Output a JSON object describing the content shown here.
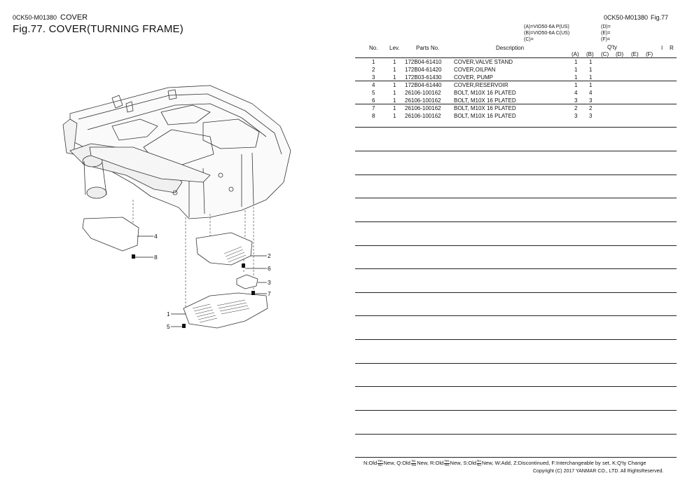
{
  "header": {
    "doc_code_left": "0CK50-M01380",
    "section": "COVER",
    "fig_title": "Fig.77.  COVER(TURNING FRAME)",
    "doc_code_right": "0CK50-M01380",
    "fig_num": "Fig.77"
  },
  "models": {
    "a": "(A)=VIO50-6A P(US)",
    "b": "(B)=VIO50-6A C(US)",
    "c": "(C)=",
    "d": "(D)=",
    "e": "(E)=",
    "f": "(F)="
  },
  "table": {
    "headers": {
      "no": "No.",
      "lev": "Lev.",
      "parts_no": "Parts No.",
      "description": "Description",
      "qty": "Q'ty",
      "i": "I",
      "r": "R"
    },
    "qty_cols": [
      "(A)",
      "(B)",
      "(C)",
      "(D)",
      "(E)",
      "(F)"
    ],
    "rows": [
      {
        "no": "1",
        "lev": "1",
        "parts_no": "172B04-61410",
        "description": "COVER,VALVE STAND",
        "a": "1",
        "b": "1"
      },
      {
        "no": "2",
        "lev": "1",
        "parts_no": "172B04-61420",
        "description": "COVER,OILPAN",
        "a": "1",
        "b": "1"
      },
      {
        "no": "3",
        "lev": "1",
        "parts_no": "172B03-61430",
        "description": "COVER, PUMP",
        "a": "1",
        "b": "1"
      },
      {
        "no": "4",
        "lev": "1",
        "parts_no": "172B04-61440",
        "description": "COVER,RESERVOIR",
        "a": "1",
        "b": "1"
      },
      {
        "no": "5",
        "lev": "1",
        "parts_no": "26106-100162",
        "description": "BOLT, M10X 16 PLATED",
        "a": "4",
        "b": "4"
      },
      {
        "no": "6",
        "lev": "1",
        "parts_no": "26106-100162",
        "description": "BOLT, M10X 16 PLATED",
        "a": "3",
        "b": "3"
      },
      {
        "no": "7",
        "lev": "1",
        "parts_no": "26106-100162",
        "description": "BOLT, M10X 16 PLATED",
        "a": "2",
        "b": "2"
      },
      {
        "no": "8",
        "lev": "1",
        "parts_no": "26106-100162",
        "description": "BOLT, M10X 16 PLATED",
        "a": "3",
        "b": "3"
      }
    ]
  },
  "callouts": [
    "1",
    "2",
    "3",
    "4",
    "5",
    "6",
    "7",
    "8"
  ],
  "legend": {
    "n_prefix": "N:Old",
    "n_top": "Yes",
    "n_bot": "No",
    "n_suffix": "New,",
    "q_prefix": "Q:Old",
    "q_top": "No",
    "q_bot": "Yes",
    "q_suffix": "New,",
    "r_prefix": "R:Old",
    "r_top": "Yes",
    "r_bot": "Yes",
    "r_suffix": "New,",
    "s_prefix": "S:Old",
    "s_top": "No",
    "s_bot": "No",
    "s_suffix": "New, W:Add, Z:Discontinued, F:Interchangeable by set, K:Q'ty Change"
  },
  "copyright": "Copyright (C) 2017 YANMAR CO., LTD. All RightsReserved."
}
